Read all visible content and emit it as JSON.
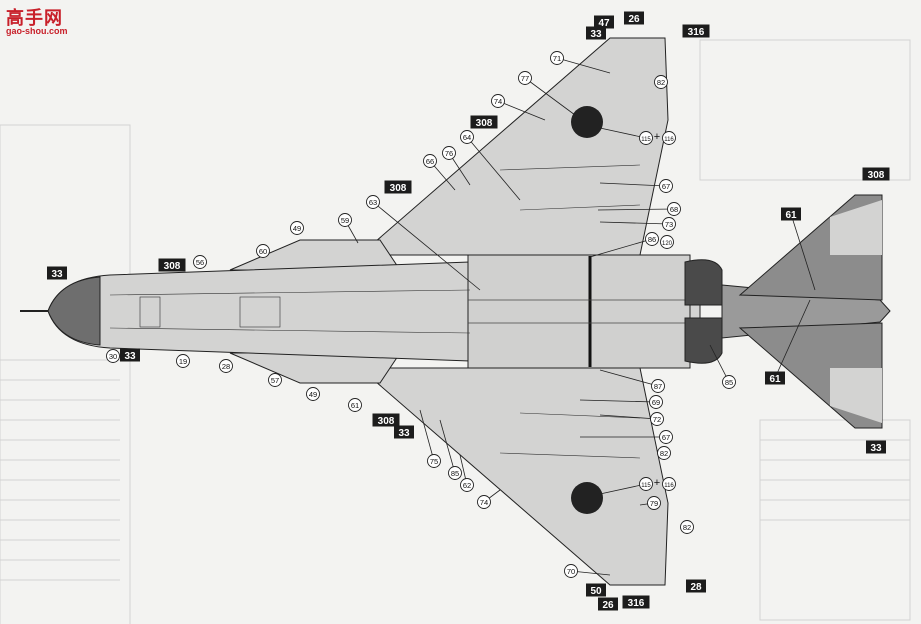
{
  "watermark": {
    "chars": "高手网",
    "url": "gao-shou.com"
  },
  "colors": {
    "paper": "#f3f3f1",
    "body_gray": "#d3d3d2",
    "dark_gray": "#7c7c7c",
    "tail_gray": "#8c8c8c",
    "roundel": "#222222",
    "line": "#222222",
    "tag_bg": "#1c1c1c",
    "watermark_red": "#c8202a"
  },
  "boxed_labels": [
    "33",
    "47",
    "26",
    "316",
    "308",
    "308",
    "33",
    "308",
    "61",
    "61",
    "308",
    "33",
    "308",
    "33",
    "33",
    "50",
    "26",
    "316",
    "28"
  ],
  "circle_labels": [
    "71",
    "77",
    "74",
    "82",
    "64",
    "76",
    "66",
    "63",
    "59",
    "49",
    "60",
    "56",
    "19",
    "28",
    "57",
    "49",
    "61",
    "75",
    "85",
    "62",
    "74",
    "70",
    "67",
    "68",
    "73",
    "86",
    "120",
    "87",
    "69",
    "72",
    "67",
    "82",
    "79",
    "82",
    "85",
    "30",
    "115",
    "116",
    "115",
    "116"
  ],
  "plus_signs": [
    "+",
    "+"
  ]
}
